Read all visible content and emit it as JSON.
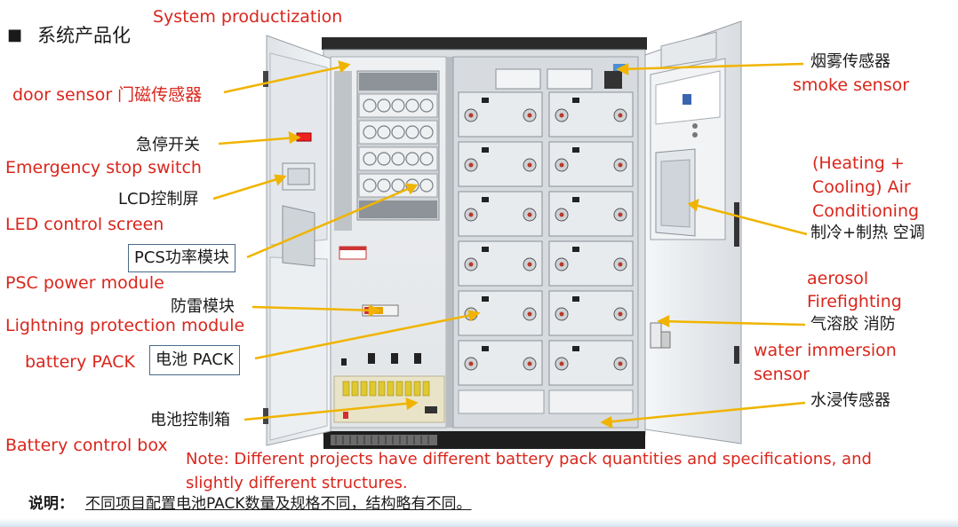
{
  "header": {
    "bullet": "■",
    "title_cn": "系统产品化",
    "title_en": "System productization"
  },
  "labels": {
    "door_sensor": "door sensor 门磁传感器",
    "estop_cn": "急停开关",
    "estop_en": "Emergency stop switch",
    "lcd_cn": "LCD控制屏",
    "lcd_en": "LED control screen",
    "pcs_cn": "PCS功率模块",
    "pcs_en": "PSC power module",
    "lightning_cn": "防雷模块",
    "lightning_en": "Lightning protection module",
    "battery_pack_en": "battery PACK",
    "battery_pack_cn": "电池 PACK",
    "battery_box_cn": "电池控制箱",
    "battery_box_en": "Battery control box",
    "smoke_cn": "烟雾传感器",
    "smoke_en": "smoke sensor",
    "ac_en_1": "(Heating +",
    "ac_en_2": "Cooling) Air",
    "ac_en_3": "Conditioning",
    "ac_cn": "制冷+制热 空调",
    "aerosol_en_1": "aerosol",
    "aerosol_en_2": "Firefighting",
    "aerosol_cn": "气溶胶 消防",
    "water_en_1": "water immersion",
    "water_en_2": "sensor",
    "water_cn": "水浸传感器"
  },
  "note": {
    "en_line1": "Note: Different projects have different battery pack quantities and specifications, and",
    "en_line2": "slightly different structures.",
    "cn_label": "说明：",
    "cn_text": "不同项目配置电池PACK数量及规格不同，结构略有不同。"
  },
  "colors": {
    "label_red": "#d9261c",
    "leader_yellow": "#f0b400",
    "cabinet_frame": "#2c2c2c",
    "cabinet_panel": "#e9ecef"
  }
}
